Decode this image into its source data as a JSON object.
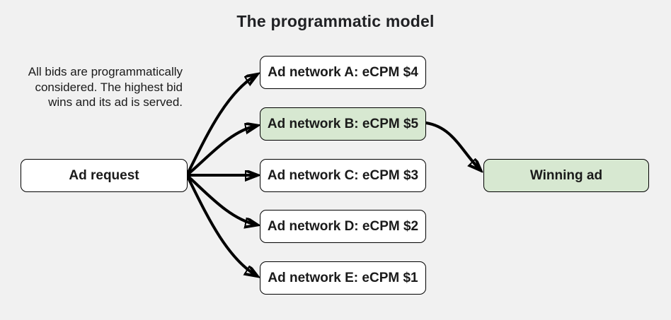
{
  "title": "The programmatic model",
  "description": {
    "lines": [
      "All bids are programmatically",
      "considered. The highest bid",
      "wins and its ad is served."
    ]
  },
  "nodes": {
    "ad_request": {
      "label": "Ad request"
    },
    "networks": [
      {
        "id": "network-a",
        "label": "Ad network A: eCPM $4",
        "ecpm": 4,
        "highlighted": false
      },
      {
        "id": "network-b",
        "label": "Ad network B: eCPM $5",
        "ecpm": 5,
        "highlighted": true
      },
      {
        "id": "network-c",
        "label": "Ad network C: eCPM $3",
        "ecpm": 3,
        "highlighted": false
      },
      {
        "id": "network-d",
        "label": "Ad network D: eCPM $2",
        "ecpm": 2,
        "highlighted": false
      },
      {
        "id": "network-e",
        "label": "Ad network E: eCPM $1",
        "ecpm": 1,
        "highlighted": false
      }
    ],
    "winning_ad": {
      "label": "Winning ad"
    }
  },
  "edges": [
    {
      "from": "ad-request",
      "to": "network-a"
    },
    {
      "from": "ad-request",
      "to": "network-b"
    },
    {
      "from": "ad-request",
      "to": "network-c"
    },
    {
      "from": "ad-request",
      "to": "network-d"
    },
    {
      "from": "ad-request",
      "to": "network-e"
    },
    {
      "from": "network-b",
      "to": "winning-ad"
    }
  ],
  "colors": {
    "background": "#f1f1f1",
    "box_fill": "#ffffff",
    "highlight_fill": "#d7e8d1",
    "border": "#000000",
    "arrow": "#000000",
    "text": "#1a1a1a",
    "title_text": "#202124"
  }
}
